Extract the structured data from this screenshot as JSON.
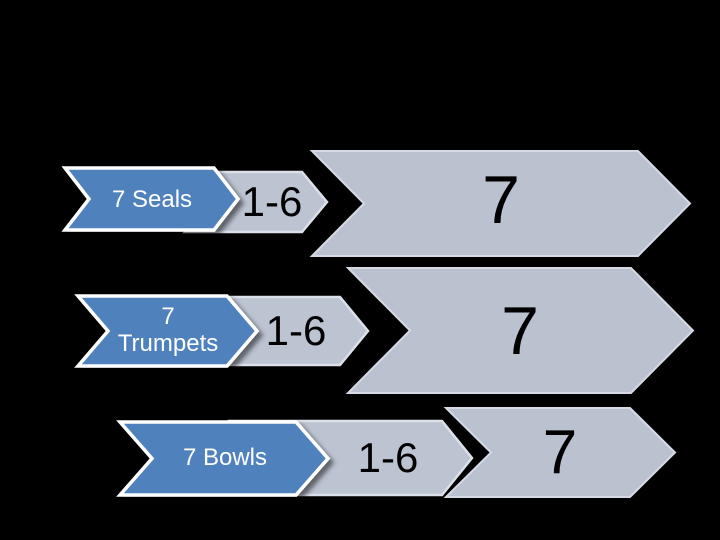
{
  "slide": {
    "background_color": "#000000",
    "colors": {
      "chevron_blue": "#4f81bd",
      "chevron_blue_border": "#ffffff",
      "chevron_gray": "#bcc3d1",
      "chevron_gray_border": "#dbe0e9",
      "label_text": "#ffffff",
      "number_text": "#000000"
    },
    "rows": [
      {
        "name": "seals",
        "label": "7 Seals",
        "range": "1-6",
        "final": "7"
      },
      {
        "name": "trumpets",
        "label": "7 Trumpets",
        "range": "1-6",
        "final": "7"
      },
      {
        "name": "bowls",
        "label": "7 Bowls",
        "range": "1-6",
        "final": "7"
      }
    ]
  }
}
